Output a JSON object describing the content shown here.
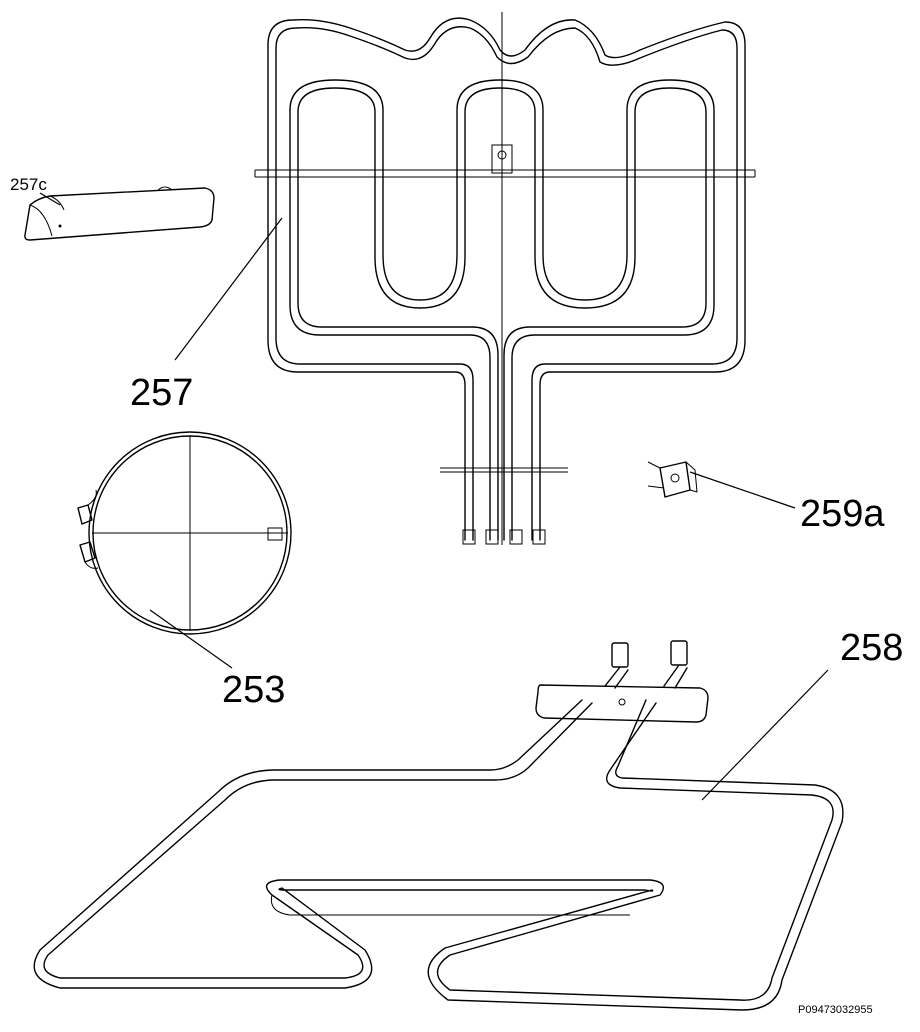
{
  "labels": {
    "grill_element": "257",
    "grill_bracket": "257c",
    "ring_element": "253",
    "thermostat": "259a",
    "bottom_element": "258",
    "drawing_code": "P09473032955"
  }
}
